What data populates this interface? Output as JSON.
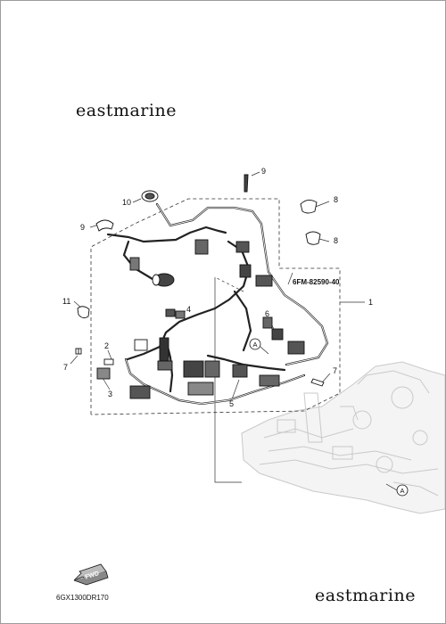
{
  "watermark_top": "eastmarine",
  "watermark_bottom": "eastmarine",
  "assembly_code": "6FM-82590-40",
  "figure_code": "6GX1300DR170",
  "fwd_label": "FWD",
  "callout_ref": "A",
  "labels": {
    "n1": "1",
    "n2": "2",
    "n3": "3",
    "n4": "4",
    "n5": "5",
    "n6": "6",
    "n7a": "7",
    "n7b": "7",
    "n8a": "8",
    "n8b": "8",
    "n9a": "9",
    "n9b": "9",
    "n10": "10",
    "n11": "11"
  }
}
